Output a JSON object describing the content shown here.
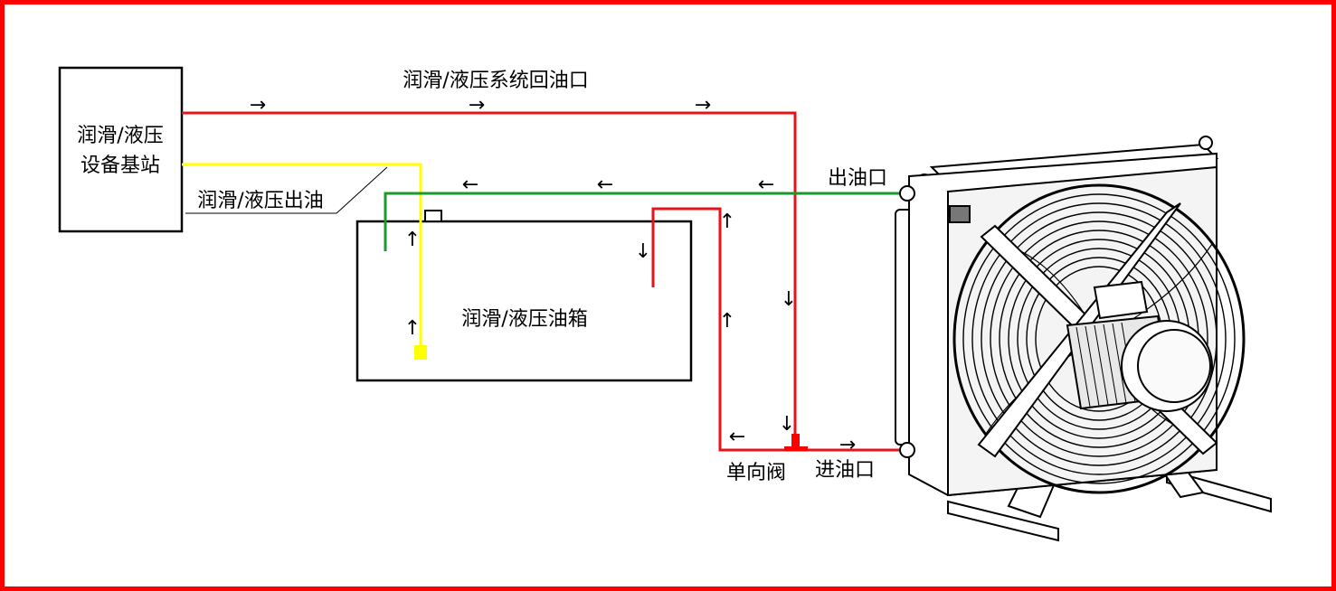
{
  "colors": {
    "border": "#ff0000",
    "return_line": "#e8121a",
    "supply_line": "#ffff00",
    "outlet_line": "#1a9a2a",
    "valve": "#ff0000",
    "yellow_intake": "#ffff00"
  },
  "labels": {
    "station_line1": "润滑/液压",
    "station_line2": "设备基站",
    "return_port": "润滑/液压系统回油口",
    "supply_oil": "润滑/液压出油",
    "oil_tank": "润滑/液压油箱",
    "outlet_port": "出油口",
    "inlet_port": "进油口",
    "check_valve": "单向阀"
  },
  "arrows": {
    "right": "→",
    "left": "←",
    "up": "↑",
    "down": "↓"
  },
  "icons": {
    "cooler": "fan-oil-cooler-icon"
  }
}
